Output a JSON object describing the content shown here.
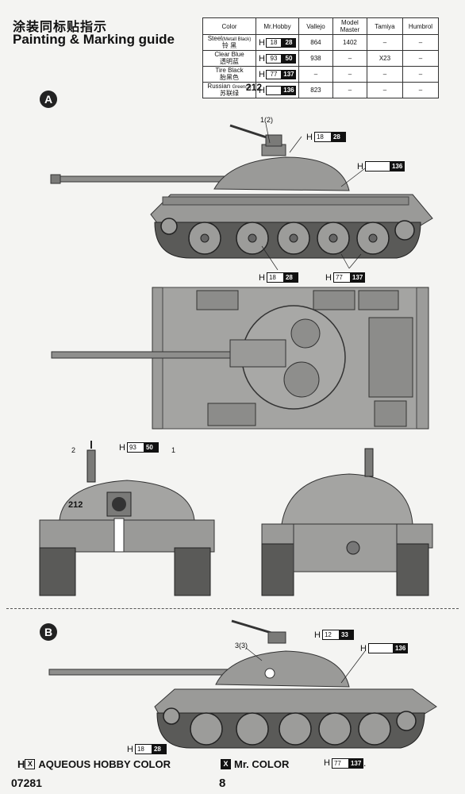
{
  "header": {
    "title_cn": "涂装同标贴指示",
    "title_en": "Painting & Marking guide"
  },
  "table": {
    "columns": [
      "Color",
      "Mr.Hobby",
      "Vallejo",
      "Model Master",
      "Tamiya",
      "Humbrol"
    ],
    "rows": [
      {
        "color": "Steel",
        "color_sub": "(Metall Black)",
        "color_cn": "铃 黑",
        "h_code": "18",
        "m_code": "28",
        "vallejo": "864",
        "model_master": "1402",
        "tamiya": "–",
        "humbrol": "–"
      },
      {
        "color": "Clear Blue",
        "color_sub": "",
        "color_cn": "透明蓝",
        "h_code": "93",
        "m_code": "50",
        "vallejo": "938",
        "model_master": "–",
        "tamiya": "X23",
        "humbrol": "–"
      },
      {
        "color": "Tire Black",
        "color_sub": "",
        "color_cn": "胎黑色",
        "h_code": "77",
        "m_code": "137",
        "vallejo": "–",
        "model_master": "–",
        "tamiya": "–",
        "humbrol": "–"
      },
      {
        "color": "Russian",
        "color_sub": "Green(2)",
        "color_cn": "苏联绿",
        "h_code": "",
        "m_code": "136",
        "vallejo": "823",
        "model_master": "–",
        "tamiya": "–",
        "humbrol": "–"
      }
    ]
  },
  "scheme_a": {
    "marker": "A",
    "callouts": {
      "gun_part": "1(2)",
      "gun_color": {
        "h": "18",
        "m": "28"
      },
      "hull_color": {
        "h": "",
        "m": "136"
      },
      "wheel_color": {
        "h": "18",
        "m": "28"
      },
      "track_color": {
        "h": "77",
        "m": "137"
      },
      "front_color": {
        "h": "93",
        "m": "50"
      },
      "front_label_left": "2",
      "front_label_right": "1",
      "turret_number": "212",
      "front_number": "212"
    }
  },
  "scheme_b": {
    "marker": "B",
    "callouts": {
      "gun_part": "3(3)",
      "gun_color": {
        "h": "12",
        "m": "33"
      },
      "hull_color": {
        "h": "",
        "m": "136"
      },
      "wheel_color": {
        "h": "18",
        "m": "28"
      }
    }
  },
  "footer": {
    "aqueous_prefix": "H",
    "aqueous_mark": "X",
    "aqueous_label": "AQUEOUS HOBBY COLOR",
    "mr_mark": "X",
    "mr_label": "Mr. COLOR",
    "legend_h": "H",
    "legend_h_code": "77",
    "legend_m_code": "137",
    "catalog": "07281",
    "page": "8"
  },
  "colors": {
    "tank_body": "#9a9a98",
    "tank_dark": "#4a4a48",
    "paper": "#f4f4f2",
    "ink": "#111111"
  }
}
